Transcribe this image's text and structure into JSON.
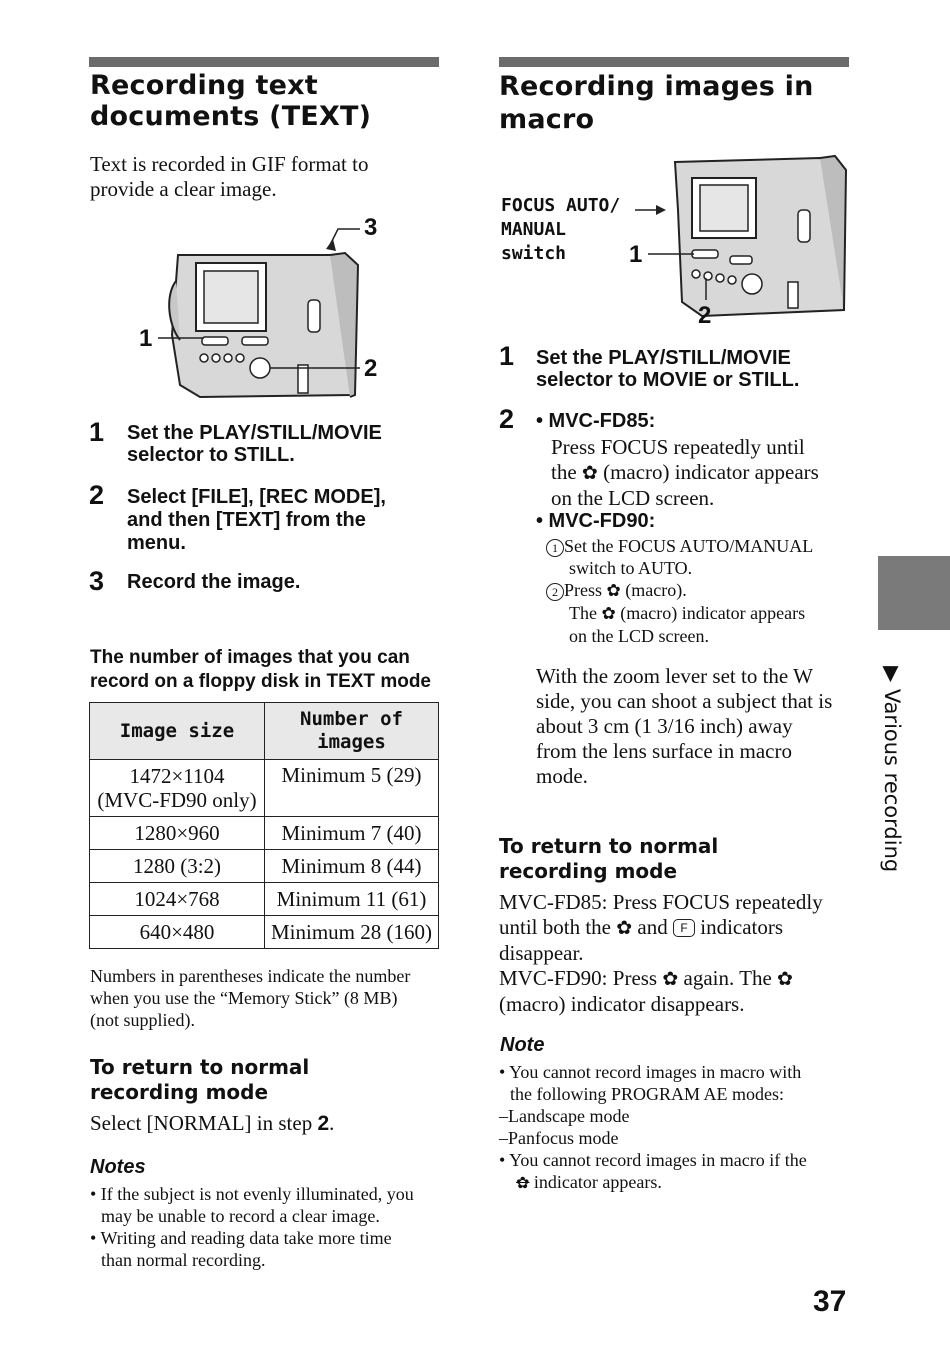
{
  "left": {
    "title_line1": "Recording text",
    "title_line2": "documents (TEXT)",
    "intro_line1": "Text is recorded in GIF format to",
    "intro_line2": "provide a clear image.",
    "figure_callouts": [
      "1",
      "2",
      "3"
    ],
    "steps": [
      {
        "num": "1",
        "line1": "Set the PLAY/STILL/MOVIE",
        "line2": "selector to STILL."
      },
      {
        "num": "2",
        "line1": "Select [FILE], [REC MODE],",
        "line2": "and then [TEXT] from the",
        "line3": "menu."
      },
      {
        "num": "3",
        "line1": "Record the image."
      }
    ],
    "table_caption_line1": "The number of images that you can",
    "table_caption_line2": "record on a floppy disk in TEXT mode",
    "table": {
      "headers": [
        "Image size",
        "Number of images"
      ],
      "header2_line1": "Number of",
      "header2_line2": "images",
      "rows": [
        {
          "size_line1": "1472×1104",
          "size_line2": "(MVC-FD90 only)",
          "count": "Minimum 5 (29)"
        },
        {
          "size_line1": "1280×960",
          "count": "Minimum 7 (40)"
        },
        {
          "size_line1": "1280 (3:2)",
          "count": "Minimum 8 (44)"
        },
        {
          "size_line1": "1024×768",
          "count": "Minimum 11 (61)"
        },
        {
          "size_line1": "640×480",
          "count": "Minimum 28 (160)"
        }
      ]
    },
    "footnote_line1": "Numbers in parentheses indicate the number",
    "footnote_line2": "when you use the “Memory Stick” (8 MB)",
    "footnote_line3": "(not supplied).",
    "return_heading_line1": "To return to normal",
    "return_heading_line2": "recording mode",
    "return_text": "Select [NORMAL] in step ",
    "return_step": "2",
    "return_period": ".",
    "notes_heading": "Notes",
    "notes": [
      {
        "line1": "• If the subject is not evenly illuminated, you",
        "line2": "may be unable to record a clear image."
      },
      {
        "line1": "• Writing and reading data take more time",
        "line2": "than normal recording."
      }
    ]
  },
  "right": {
    "title_line1": "Recording images in",
    "title_line2": "macro",
    "figure_label_line1": "FOCUS AUTO/",
    "figure_label_line2": "MANUAL",
    "figure_label_line3": "switch",
    "figure_callouts": [
      "1",
      "2"
    ],
    "step1": {
      "num": "1",
      "line1": "Set the PLAY/STILL/MOVIE",
      "line2": "selector to MOVIE or STILL."
    },
    "step2_num": "2",
    "fd85_label": "• MVC-FD85:",
    "fd85_line1": "Press FOCUS repeatedly until",
    "fd85_line2a": "the",
    "fd85_line2b": "(macro) indicator appears",
    "fd85_line3": "on the LCD screen.",
    "fd90_label": "• MVC-FD90:",
    "fd90_s1_num": "1",
    "fd90_s1_line1": "Set the FOCUS AUTO/MANUAL",
    "fd90_s1_line2": "switch to AUTO.",
    "fd90_s2_num": "2",
    "fd90_s2_line1a": "Press",
    "fd90_s2_line1b": "(macro).",
    "fd90_s2_line2a": "The",
    "fd90_s2_line2b": "(macro) indicator appears",
    "fd90_s2_line3": "on the LCD screen.",
    "zoom_lines": [
      "With the zoom lever set to the W",
      "side, you can shoot a subject that is",
      "about 3 cm (1 3/16 inch) away",
      "from the lens surface in macro",
      "mode."
    ],
    "return_heading_line1": "To return to normal",
    "return_heading_line2": "recording mode",
    "ret_line1": "MVC-FD85: Press FOCUS repeatedly",
    "ret_line2a": "until both the",
    "ret_line2b": "and",
    "ret_line2c": "indicators",
    "ret_line3": "disappear.",
    "ret_line4a": "MVC-FD90: Press",
    "ret_line4b": "again. The",
    "ret_line5": "(macro) indicator disappears.",
    "note_heading": "Note",
    "note_b1_line1": "• You cannot record images in macro with",
    "note_b1_line2": "the following PROGRAM AE modes:",
    "note_dash1": "–Landscape mode",
    "note_dash2": "–Panfocus mode",
    "note_b2_line1": "• You cannot record images in macro if the",
    "note_b2_line2": "indicator appears."
  },
  "side_tab_label": "▶ Various recording",
  "page_number": "37",
  "icons": {
    "macro": "macro-flower-icon",
    "focus": "manual-focus-icon",
    "camera": "camera-illustration"
  }
}
